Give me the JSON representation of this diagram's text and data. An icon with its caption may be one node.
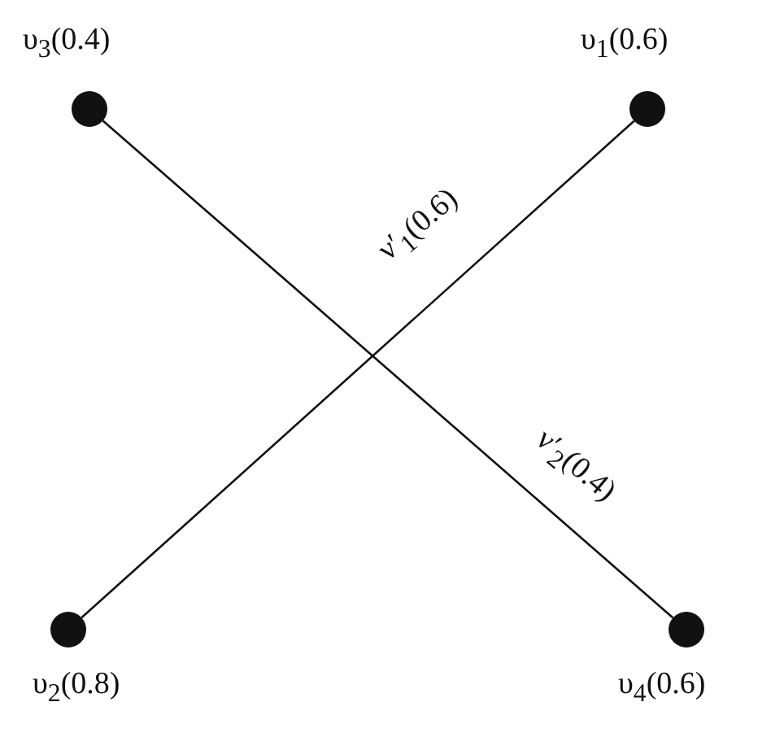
{
  "diagram": {
    "nodes": [
      {
        "text": [],
        "shape": "circle",
        "beside": [
          "υ$_{3}$(0.4)"
        ]
      },
      {
        "text": [],
        "shape": "circle",
        "beside": [
          "υ$_{1}$(0.6)"
        ]
      },
      {
        "text": [],
        "shape": "circle",
        "beside": [
          "υ$_{2}$(0.8)"
        ]
      },
      {
        "text": [],
        "shape": "circle",
        "beside": [
          "υ$_{4}$(0.6)"
        ]
      }
    ],
    "edges": [
      {
        "from": 2,
        "to": 1,
        "arrow": "none",
        "label": "ν′$_{1}$(0.6)"
      },
      {
        "from": 0,
        "to": 3,
        "arrow": "none",
        "label": "ν′$_{2}$(0.4)"
      }
    ]
  }
}
